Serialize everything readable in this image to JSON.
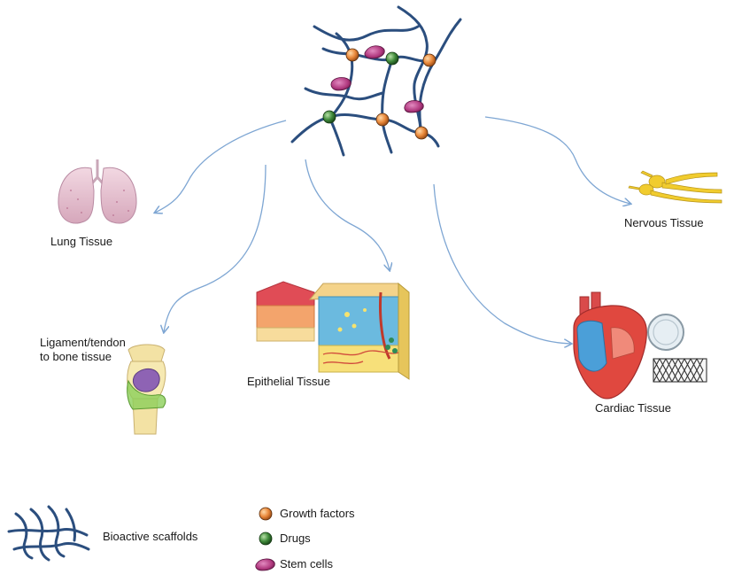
{
  "labels": {
    "lung": "Lung Tissue",
    "nervous": "Nervous Tissue",
    "ligament_line1": "Ligament/tendon",
    "ligament_line2": "to bone tissue",
    "epithelial": "Epithelial Tissue",
    "cardiac": "Cardiac Tissue"
  },
  "legend": {
    "scaffold": "Bioactive scaffolds",
    "growth_factors": "Growth factors",
    "drugs": "Drugs",
    "stem_cells": "Stem cells"
  },
  "colors": {
    "fiber": "#2b4e7e",
    "arrow": "#7ea6d3",
    "growth_factor": "#e9883a",
    "drug": "#3f8a3a",
    "stem_cell": "#b0387e"
  }
}
